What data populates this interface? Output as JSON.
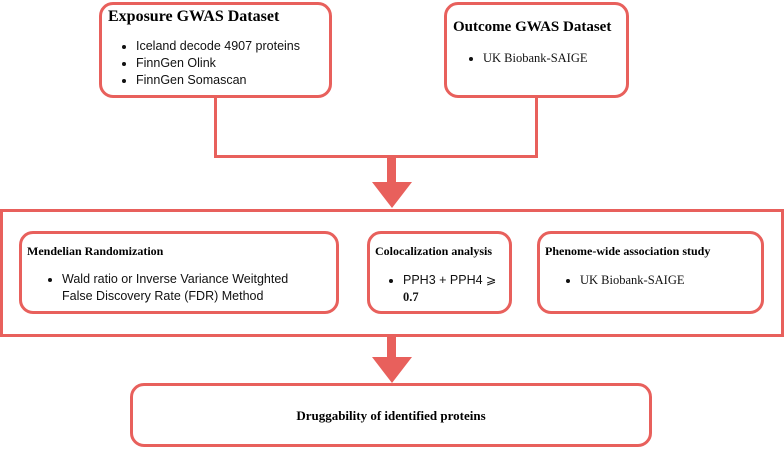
{
  "exposure": {
    "title": "Exposure GWAS Dataset",
    "items": [
      "Iceland decode 4907 proteins",
      "FinnGen Olink",
      "FinnGen Somascan"
    ]
  },
  "outcome": {
    "title": "Outcome GWAS Dataset",
    "items": [
      "UK Biobank-SAIGE"
    ]
  },
  "mr": {
    "title": "Mendelian Randomization",
    "item_line1": "Wald ratio or Inverse Variance Weitghted",
    "item_line2": "False Discovery Rate (FDR) Method"
  },
  "coloc": {
    "title": "Colocalization analysis",
    "item_text": "PPH3 + PPH4 ⩾ ",
    "item_value": "0.7"
  },
  "phewas": {
    "title": "Phenome-wide association study",
    "items": [
      "UK Biobank-SAIGE"
    ]
  },
  "druggability": {
    "title": "Druggability of identified proteins"
  },
  "colors": {
    "accent": "#e8605c"
  }
}
